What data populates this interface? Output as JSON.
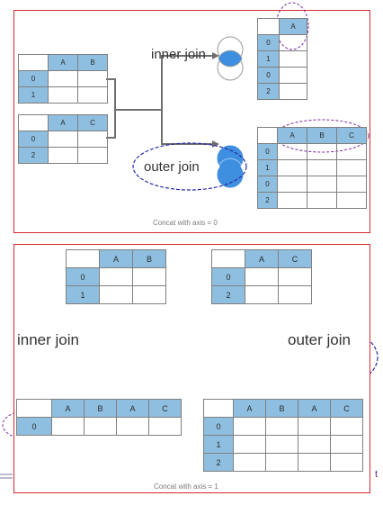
{
  "top_panel": {
    "caption": "Concat with axis = 0",
    "inner_join_label": "inner join",
    "outer_join_label": "outer join",
    "input_table_1": {
      "columns": [
        "A",
        "B"
      ],
      "index": [
        "0",
        "1"
      ]
    },
    "input_table_2": {
      "columns": [
        "A",
        "C"
      ],
      "index": [
        "0",
        "2"
      ]
    },
    "inner_result": {
      "columns": [
        "A"
      ],
      "index": [
        "0",
        "1",
        "0",
        "2"
      ]
    },
    "outer_result": {
      "columns": [
        "A",
        "B",
        "C"
      ],
      "index": [
        "0",
        "1",
        "0",
        "2"
      ]
    }
  },
  "bottom_panel": {
    "caption": "Concat with axis = 1",
    "inner_join_label": "inner join",
    "outer_join_label": "outer join",
    "input_table_1": {
      "columns": [
        "A",
        "B"
      ],
      "index": [
        "0",
        "1"
      ]
    },
    "input_table_2": {
      "columns": [
        "A",
        "C"
      ],
      "index": [
        "0",
        "2"
      ]
    },
    "inner_result": {
      "columns": [
        "A",
        "B",
        "A",
        "C"
      ],
      "index": [
        "0"
      ]
    },
    "outer_result": {
      "columns": [
        "A",
        "B",
        "A",
        "C"
      ],
      "index": [
        "0",
        "1",
        "2"
      ]
    }
  },
  "stray_text": "t",
  "colors": {
    "header_fill": "#8fbfe0",
    "venn_fill": "#3f8fe0",
    "panel_border": "#d9272e",
    "highlight_ellipse": "#7a2a9a"
  },
  "icons": [
    "venn-intersection-icon",
    "venn-union-icon"
  ]
}
